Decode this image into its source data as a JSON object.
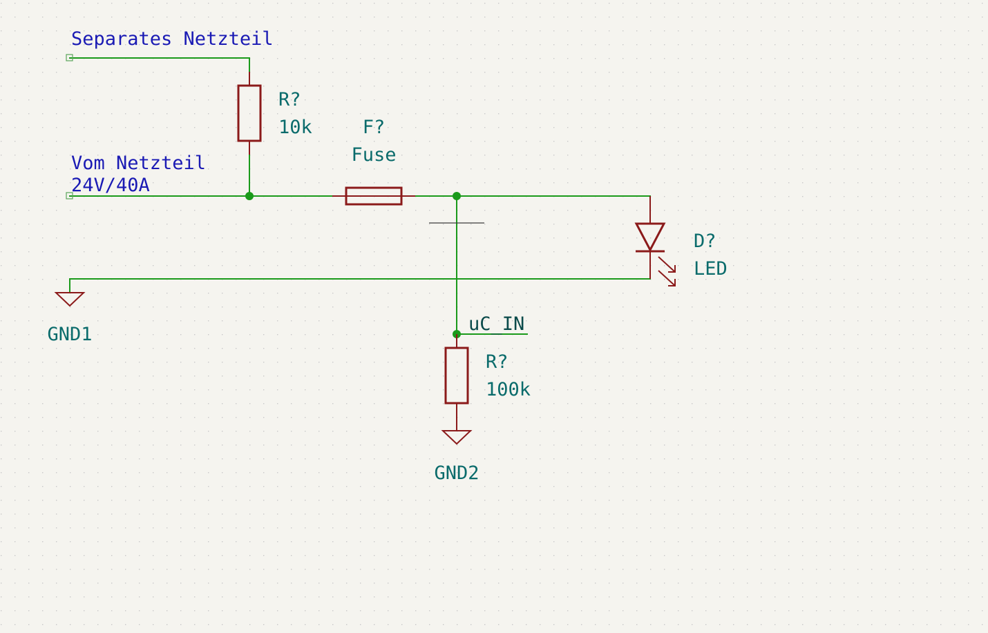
{
  "labels": {
    "separate_psu": "Separates Netzteil",
    "from_psu_line1": "Vom Netzteil",
    "from_psu_line2": "24V/40A",
    "net_uc_in": "uC_IN"
  },
  "components": {
    "r_top": {
      "ref": "R?",
      "value": "10k"
    },
    "fuse": {
      "ref": "F?",
      "value": "Fuse"
    },
    "led": {
      "ref": "D?",
      "value": "LED"
    },
    "r_bottom": {
      "ref": "R?",
      "value": "100k"
    },
    "gnd1": {
      "label": "GND1"
    },
    "gnd2": {
      "label": "GND2"
    }
  },
  "colors": {
    "background": "#f5f4ef",
    "wire": "#1a9a1a",
    "component": "#8b1a1a",
    "text_label": "#1a1ab4",
    "text_reference": "#0a6b6b"
  }
}
